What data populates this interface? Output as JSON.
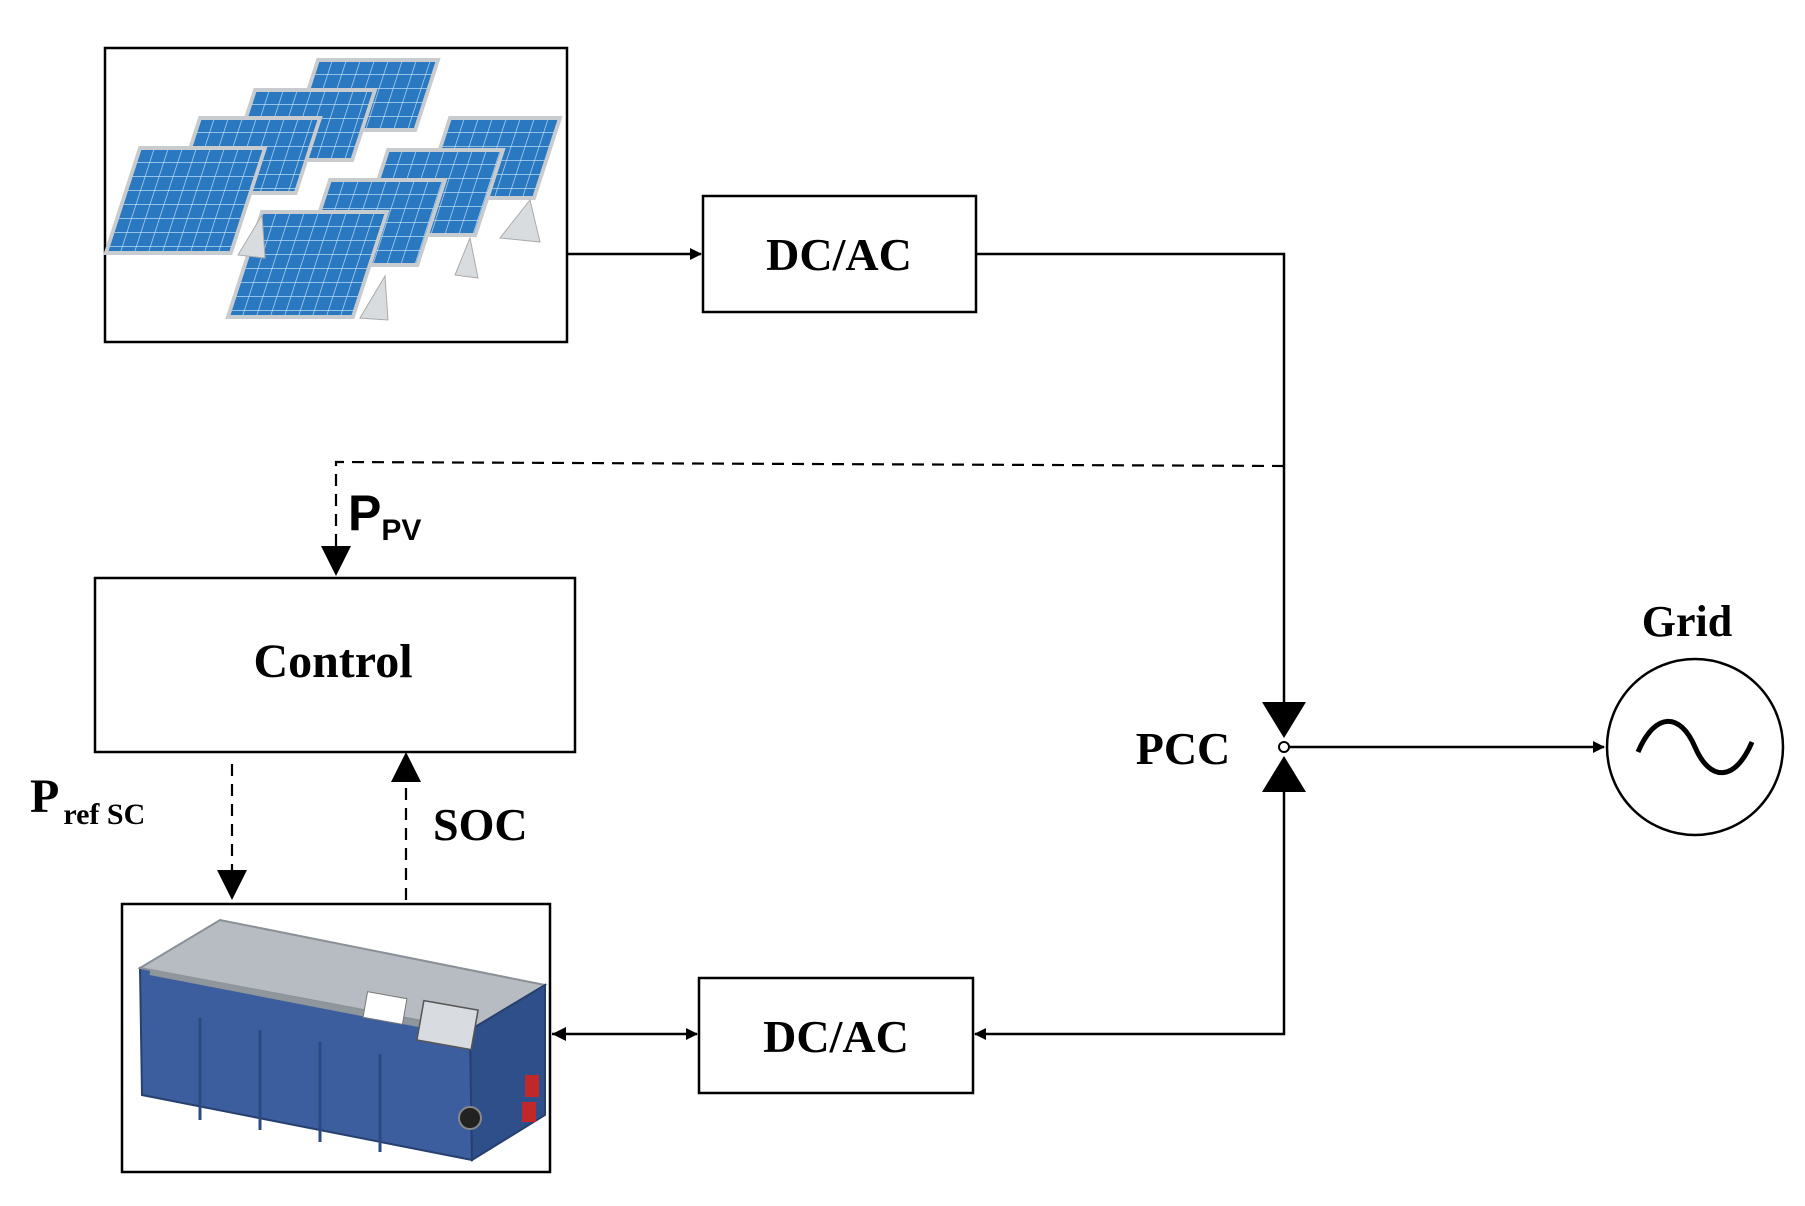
{
  "colors": {
    "line": "#000000",
    "panel_blue": "#2a78c0",
    "panel_blue_light": "#4d9ad8",
    "panel_frame": "#c9ccce",
    "battery_body": "#3c5e9e",
    "battery_top": "#b7bcc2",
    "battery_red": "#c0282a"
  },
  "icons": {
    "pv": "solar-panel-array-icon",
    "battery": "battery-pack-icon",
    "grid": "ac-sine-source-icon"
  },
  "labels": {
    "dcac_top": "DC/AC",
    "dcac_bottom": "DC/AC",
    "control": "Control",
    "pcc": "PCC",
    "grid": "Grid",
    "soc": "SOC",
    "ppv_main": "P",
    "ppv_sub": "PV",
    "pref_main": "P",
    "pref_sub": "ref SC"
  }
}
